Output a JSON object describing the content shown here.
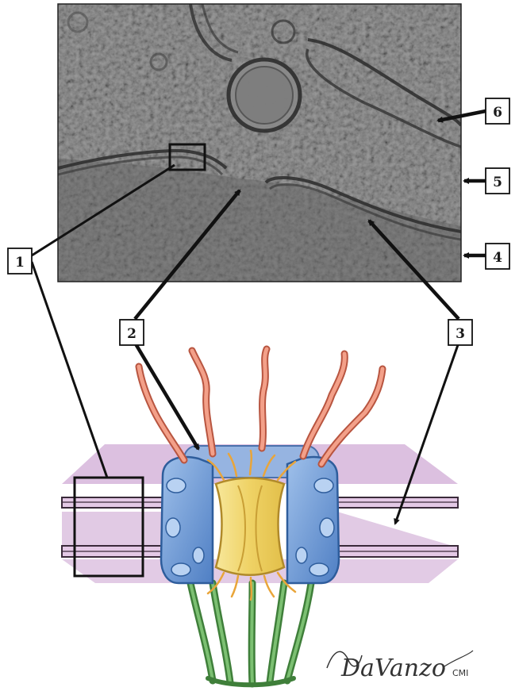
{
  "callouts": {
    "c1": "1",
    "c2": "2",
    "c3": "3",
    "c4": "4",
    "c5": "5",
    "c6": "6"
  },
  "signature": {
    "name": "DaVanzo",
    "credential": "CMI"
  },
  "colors": {
    "micrograph_bg": "#8e8e8e",
    "membrane_pink": "#c9a3cf",
    "membrane_lines": "#3a2a3a",
    "nucleoporin_blue": "#6f9bd6",
    "central_yellow": "#f2dc7a",
    "filament_red": "#e8826a",
    "basket_green": "#4f9a4a",
    "arrow_black": "#111111"
  }
}
